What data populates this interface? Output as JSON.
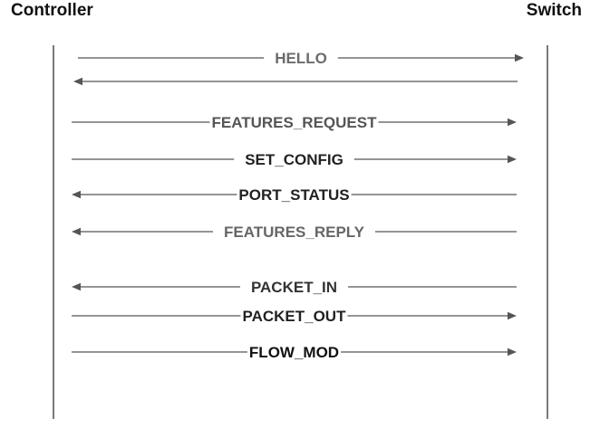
{
  "participants": {
    "left": "Controller",
    "right": "Switch"
  },
  "messages": [
    {
      "label": "HELLO",
      "direction": "to-right",
      "label_color": "#6b6b6b",
      "bold": true
    },
    {
      "label": "",
      "direction": "to-left",
      "label_color": "#444444",
      "bold": false
    },
    {
      "label": "FEATURES_REQUEST",
      "direction": "to-right",
      "label_color": "#555555",
      "bold": true
    },
    {
      "label": "SET_CONFIG",
      "direction": "to-right",
      "label_color": "#222222",
      "bold": true
    },
    {
      "label": "PORT_STATUS",
      "direction": "to-left",
      "label_color": "#222222",
      "bold": true
    },
    {
      "label": "FEATURES_REPLY",
      "direction": "to-left",
      "label_color": "#666666",
      "bold": true
    },
    {
      "label": "PACKET_IN",
      "direction": "to-left",
      "label_color": "#333333",
      "bold": true
    },
    {
      "label": "PACKET_OUT",
      "direction": "to-right",
      "label_color": "#222222",
      "bold": true
    },
    {
      "label": "FLOW_MOD",
      "direction": "to-right",
      "label_color": "#111111",
      "bold": true
    }
  ],
  "colors": {
    "line": "#555555",
    "lifeline": "#333333"
  }
}
